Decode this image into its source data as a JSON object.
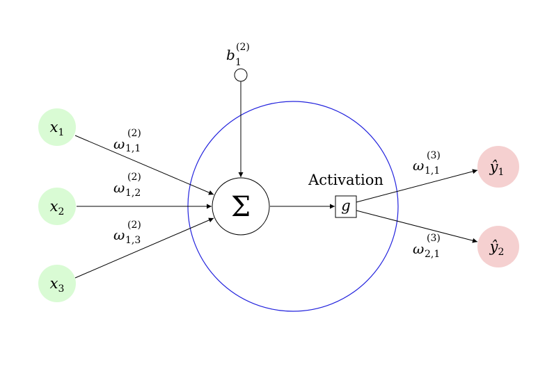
{
  "inputs": [
    {
      "base": "x",
      "sub": "1",
      "color": "#d9fbd4"
    },
    {
      "base": "x",
      "sub": "2",
      "color": "#d9fbd4"
    },
    {
      "base": "x",
      "sub": "3",
      "color": "#d9fbd4"
    }
  ],
  "outputs": [
    {
      "base": "ŷ",
      "sub": "1",
      "color": "#f5d0d0"
    },
    {
      "base": "ŷ",
      "sub": "2",
      "color": "#f5d0d0"
    }
  ],
  "bias": {
    "base": "b",
    "sub": "1",
    "sup": "(2)"
  },
  "sum_symbol": "Σ",
  "activation": {
    "label": "Activation",
    "symbol": "g"
  },
  "input_weights": [
    {
      "base": "ω",
      "sub": "1,1",
      "sup": "(2)"
    },
    {
      "base": "ω",
      "sub": "1,2",
      "sup": "(2)"
    },
    {
      "base": "ω",
      "sub": "1,3",
      "sup": "(2)"
    }
  ],
  "output_weights": [
    {
      "base": "ω",
      "sub": "1,1",
      "sup": "(3)"
    },
    {
      "base": "ω",
      "sub": "2,1",
      "sup": "(3)"
    }
  ],
  "colors": {
    "neuron_outline": "#2222dd",
    "lines": "#000000"
  }
}
